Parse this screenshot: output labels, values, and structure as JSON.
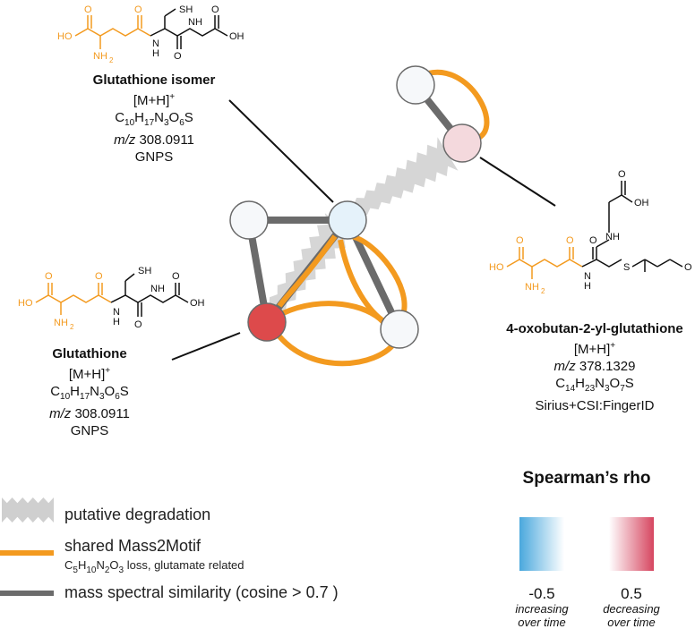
{
  "colors": {
    "orange": "#f39a1f",
    "gray_edge": "#6b6b6b",
    "zigzag": "#cfcfcf",
    "red_node": "#dd4a4b",
    "pink_node": "#f4d9dd",
    "blue_node": "#e5f2fa",
    "white_node": "#f6f8fa"
  },
  "compounds": {
    "glutathione_isomer": {
      "name": "Glutathione isomer",
      "adduct": "[M+H]",
      "adduct_sup": "+",
      "formula": [
        "C",
        "10",
        "H",
        "17",
        "N",
        "3",
        "O",
        "6",
        "S"
      ],
      "mz_label": "m/z",
      "mz": "308.0911",
      "source": "GNPS"
    },
    "glutathione": {
      "name": "Glutathione",
      "adduct": "[M+H]",
      "adduct_sup": "+",
      "formula": [
        "C",
        "10",
        "H",
        "17",
        "N",
        "3",
        "O",
        "6",
        "S"
      ],
      "mz_label": "m/z",
      "mz": "308.0911",
      "source": "GNPS"
    },
    "oxobutan": {
      "name": "4-oxobutan-2-yl-glutathione",
      "adduct": "[M+H]",
      "adduct_sup": "+",
      "mz_label": "m/z",
      "mz": "378.1329",
      "formula": [
        "C",
        "14",
        "H",
        "23",
        "N",
        "3",
        "O",
        "7",
        "S"
      ],
      "source": "Sirius+CSI:FingerID"
    }
  },
  "structure_atoms": {
    "sh": "SH",
    "ho": "HO",
    "oh": "OH",
    "nh": "NH",
    "n_h": "N",
    "h": "H",
    "o": "O",
    "nh2": "NH",
    "nh2_sub": "2",
    "s": "S"
  },
  "legend": {
    "degradation": "putative degradation",
    "mass2motif": "shared Mass2Motif",
    "mass2motif_sub_formula": [
      "C",
      "5",
      "H",
      "10",
      "N",
      "2",
      "O",
      "3"
    ],
    "mass2motif_sub_text": " loss, glutamate related",
    "similarity": "mass spectral similarity (cosine > 0.7 )"
  },
  "spearman": {
    "title": "Spearman’s rho",
    "neg_value": "-0.5",
    "pos_value": "0.5",
    "neg_desc_1": "increasing",
    "neg_desc_2": "over time",
    "pos_desc_1": "decreasing",
    "pos_desc_2": "over time",
    "gradient_neg_color": "#4aa8dd",
    "gradient_pos_color": "#d64660"
  }
}
